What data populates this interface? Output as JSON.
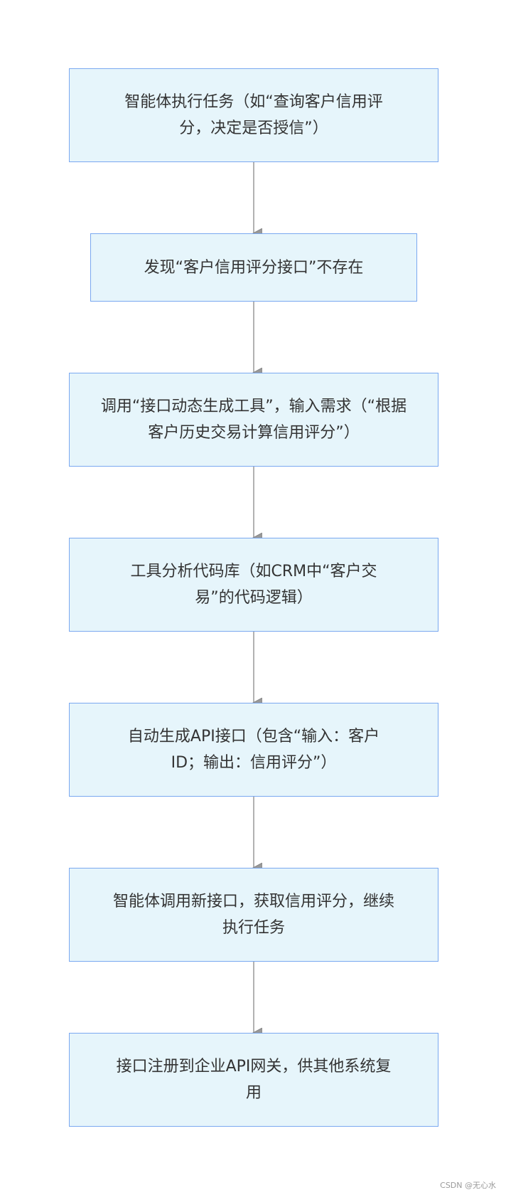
{
  "nodes": [
    "智能体执行任务（如“查询客户信用评分，决定是否授信”）",
    "发现“客户信用评分接口”不存在",
    "调用“接口动态生成工具”，输入需求（“根据客户历史交易计算信用评分”）",
    "工具分析代码库（如CRM中“客户交易”的代码逻辑）",
    "自动生成API接口（包含“输入：客户ID；输出：信用评分”）",
    "智能体调用新接口，获取信用评分，继续执行任务",
    "接口注册到企业API网关，供其他系统复用"
  ],
  "watermark": "CSDN @无心水",
  "colors": {
    "node_fill": "#e6f5fb",
    "node_border": "#7aa8f0",
    "edge": "#999999",
    "text": "#333333"
  }
}
